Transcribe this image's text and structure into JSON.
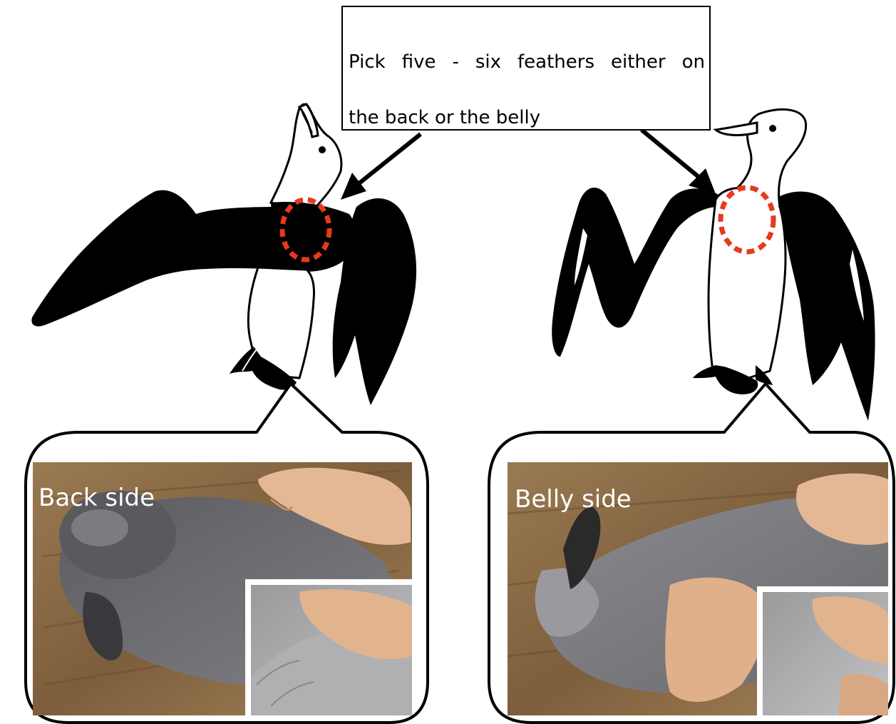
{
  "callout": {
    "line1": "Pick five - six feathers either on",
    "line2": "the back or the belly"
  },
  "panels": [
    {
      "label": "Back side"
    },
    {
      "label": "Belly side"
    }
  ],
  "colors": {
    "highlight": "#e8391d",
    "ink": "#000000",
    "floor": "#8a6a45",
    "plumage": "#6d6d70"
  }
}
